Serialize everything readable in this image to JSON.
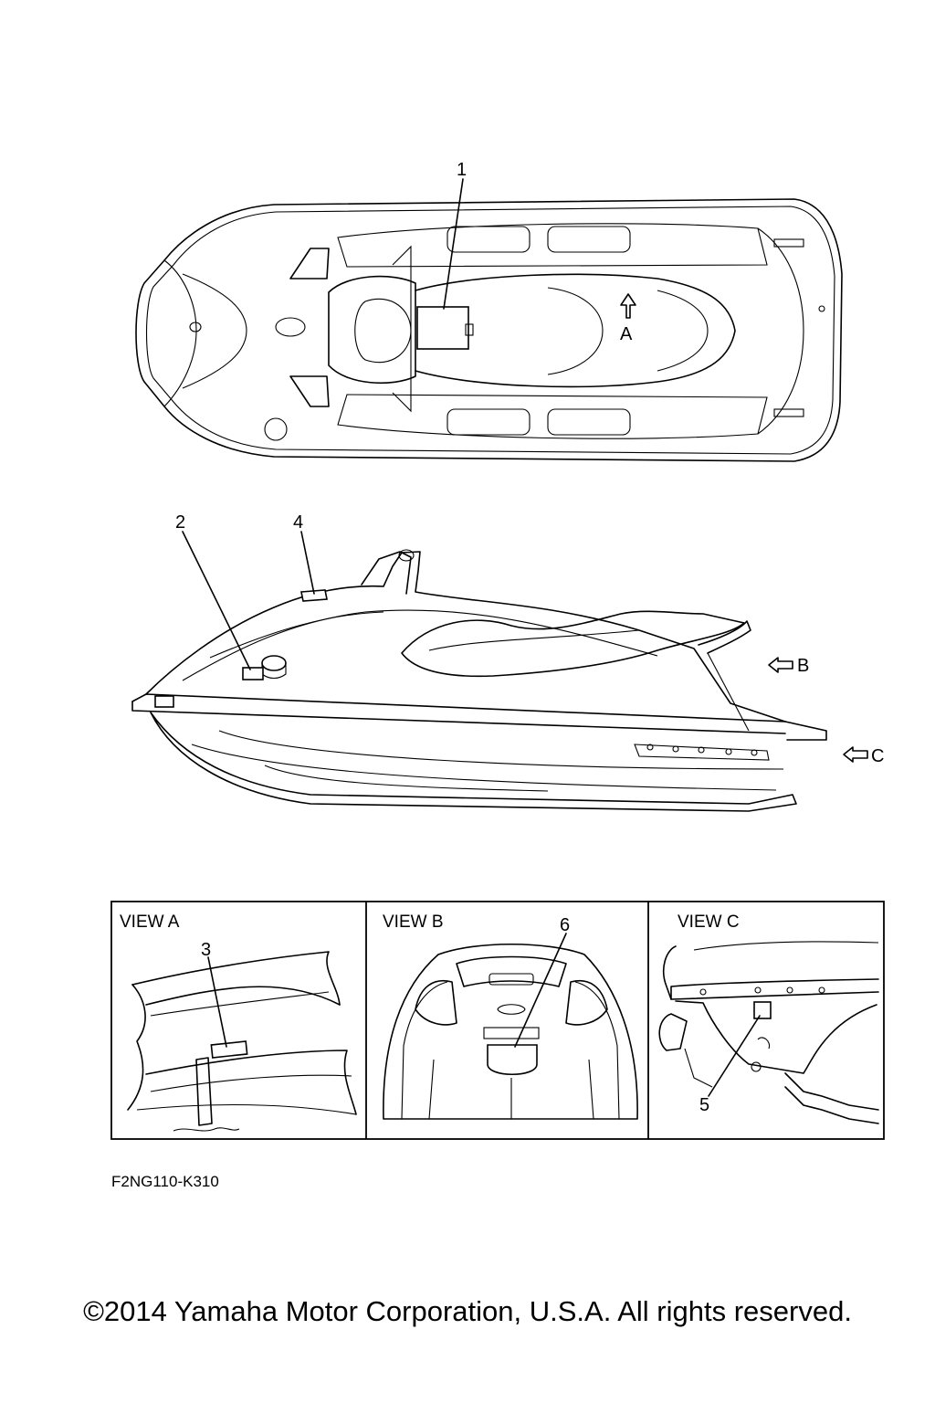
{
  "callouts": {
    "c1": "1",
    "c2": "2",
    "c3": "3",
    "c4": "4",
    "c5": "5",
    "c6": "6"
  },
  "arrows": {
    "a": "A",
    "b": "B",
    "c": "C"
  },
  "views": {
    "view_a": "VIEW A",
    "view_b": "VIEW B",
    "view_c": "VIEW C"
  },
  "figure_code": "F2NG110-K310",
  "copyright": "©2014 Yamaha Motor Corporation, U.S.A. All rights reserved."
}
